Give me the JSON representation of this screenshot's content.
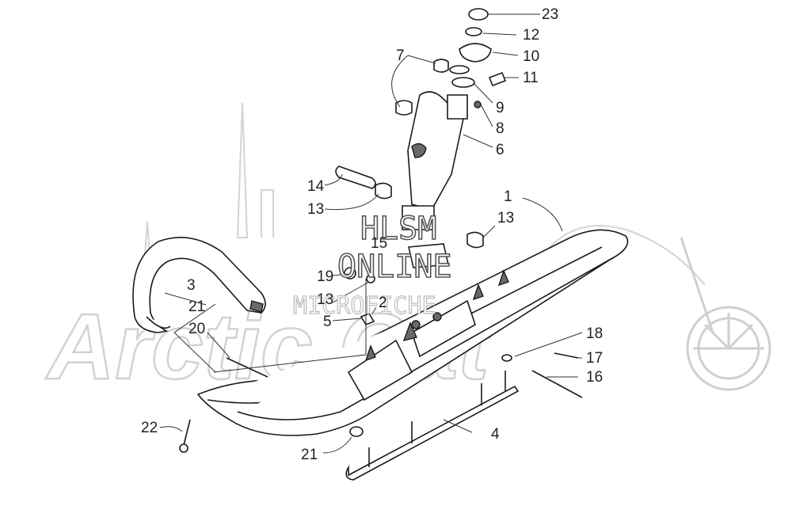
{
  "watermark": {
    "brand": "Arctic Cat",
    "site_line1": "HLSM",
    "site_line2": "ONLINE",
    "site_line3": "MICROFICHE"
  },
  "callouts": {
    "c23": "23",
    "c12": "12",
    "c10": "10",
    "c11": "11",
    "c7": "7",
    "c9": "9",
    "c8": "8",
    "c6": "6",
    "c14": "14",
    "c13a": "13",
    "c13b": "13",
    "c1": "1",
    "c15": "15",
    "c19": "19",
    "c3": "3",
    "c21a": "21",
    "c13c": "13",
    "c2": "2",
    "c5": "5",
    "c20": "20",
    "c18": "18",
    "c17": "17",
    "c16": "16",
    "c22": "22",
    "c4": "4",
    "c21b": "21"
  }
}
